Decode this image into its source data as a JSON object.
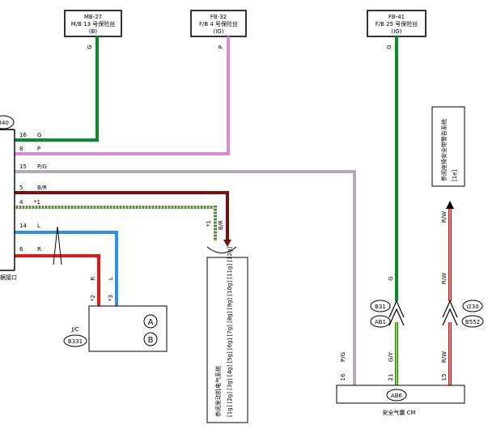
{
  "fuses": [
    {
      "line1": "MB-27",
      "line2": "M/B 13 号保险丝",
      "line3": "(B)",
      "wire_color_label": "G"
    },
    {
      "line1": "FB-32",
      "line2": "F/B 4 号保险丝",
      "line3": "(IG)",
      "wire_color_label": "P"
    },
    {
      "line1": "FB-41",
      "line2": "F/B 25 号保险丝",
      "line3": "(IG)",
      "wire_color_label": "G"
    }
  ],
  "left_connector": {
    "id_fragment": "B40",
    "caption_fragment": "据接口",
    "pins": [
      {
        "num": "16",
        "color": "G"
      },
      {
        "num": "8",
        "color": "P"
      },
      {
        "num": "15",
        "color": "P/G"
      },
      {
        "num": "5",
        "color": "B/R"
      },
      {
        "num": "4",
        "color": "*1"
      },
      {
        "num": "14",
        "color": "L"
      },
      {
        "num": "6",
        "color": "R"
      }
    ]
  },
  "jc": {
    "title": "J/C",
    "id": "B331",
    "wire_r": "R",
    "wire_l": "L",
    "mark_r": "*2",
    "mark_l": "*3",
    "term_a": "A",
    "term_b": "B"
  },
  "engine_ref": {
    "mark": "*1",
    "wire": "B/R",
    "text_line1": "参阅发动机电气系统",
    "text_line2": "[1g] [2g] [3g] [4g] [5g] [6g] [7g] [8g] [9g] [10g] [11g] [12g]"
  },
  "seatbelt_ref": {
    "text_line1": "参阅座椅安全带警告系统",
    "text_line2": "[1e]"
  },
  "airbag_cm": {
    "label": "安全气囊 CM",
    "id": "AB6",
    "pins": [
      {
        "num": "16",
        "color": "P/G"
      },
      {
        "num": "21",
        "color": "G/Y"
      },
      {
        "num": "15",
        "color": "R/W"
      }
    ]
  },
  "connectors": {
    "b31": "B31",
    "ab1": "AB1",
    "i230": "i230",
    "b552": "B552"
  },
  "wire_labels": {
    "g_upper": "G",
    "rw_upper": "R/W",
    "rw_mid": "R/W"
  }
}
